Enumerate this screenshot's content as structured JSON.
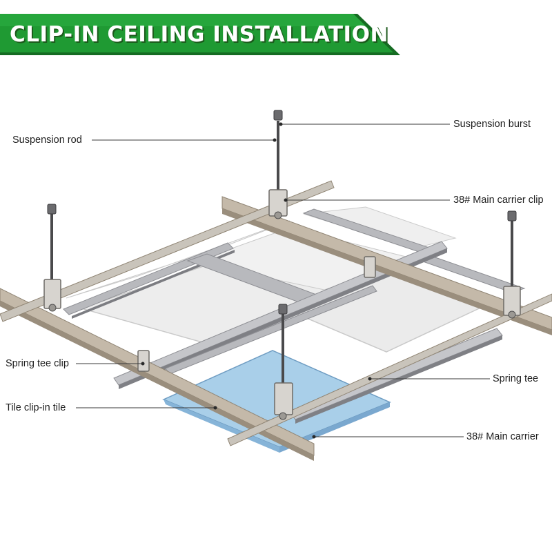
{
  "title": "CLIP-IN CEILING INSTALLATION",
  "colors": {
    "banner_green": "#1f9a33",
    "banner_dark": "#156b22",
    "tile_blue": "#a9cfe9",
    "panel_white": "#eeeeee",
    "rail_silver": "#b8b9bd",
    "carrier_beige": "#c4b9a9"
  },
  "labels": {
    "suspension_burst": "Suspension burst",
    "suspension_rod": "Suspension rod",
    "main_carrier_clip": "38# Main carrier clip",
    "spring_tee_clip": "Spring tee clip",
    "spring_tee": "Spring tee",
    "tile_clip_in_tile": "Tile clip-in tile",
    "main_carrier": "38# Main carrier"
  }
}
